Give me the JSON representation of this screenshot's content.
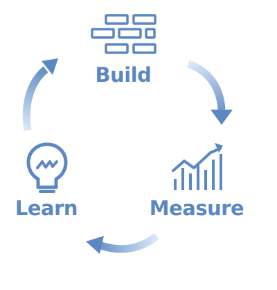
{
  "diagram": {
    "accent_color": "#5b87c3",
    "arrow_light_color": "#dbe9f7",
    "stages": [
      {
        "label": "Build",
        "icon": "brick-wall-icon"
      },
      {
        "label": "Measure",
        "icon": "bar-chart-icon"
      },
      {
        "label": "Learn",
        "icon": "lightbulb-icon"
      }
    ]
  }
}
